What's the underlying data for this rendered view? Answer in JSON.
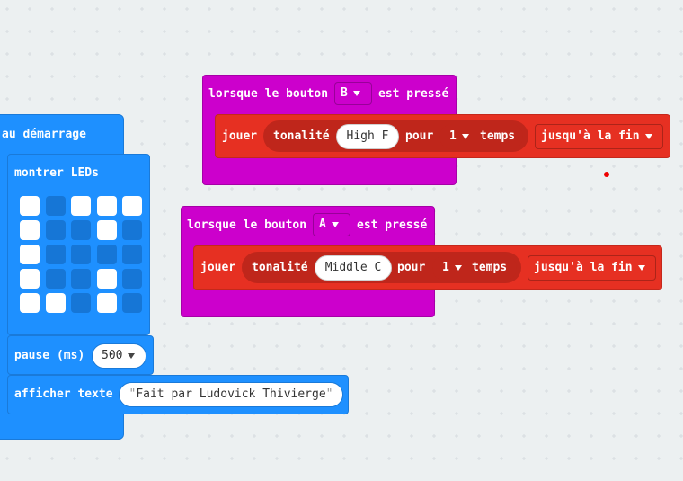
{
  "start_block": {
    "hat_label": "au démarrage",
    "show_leds_label": "montrer LEDs",
    "leds": [
      [
        true,
        false,
        true,
        true,
        true
      ],
      [
        true,
        false,
        false,
        true,
        false
      ],
      [
        true,
        false,
        false,
        false,
        false
      ],
      [
        true,
        false,
        false,
        true,
        false
      ],
      [
        true,
        true,
        false,
        true,
        false
      ]
    ],
    "pause_label": "pause (ms)",
    "pause_value": "500",
    "show_string_label": "afficher texte",
    "show_string_value": "Fait par Ludovick Thivierge",
    "quote_open": "\"",
    "quote_close": "\""
  },
  "button_b_block": {
    "prefix": "lorsque le bouton",
    "button": "B",
    "suffix": "est pressé",
    "play_label": "jouer",
    "tone_label": "tonalité",
    "tone_value": "High F",
    "for_label": "pour",
    "beats_value": "1",
    "beats_label": "temps",
    "mode": "jusqu'à la fin"
  },
  "button_a_block": {
    "prefix": "lorsque le bouton",
    "button": "A",
    "suffix": "est pressé",
    "play_label": "jouer",
    "tone_label": "tonalité",
    "tone_value": "Middle C",
    "for_label": "pour",
    "beats_value": "1",
    "beats_label": "temps",
    "mode": "jusqu'à la fin"
  },
  "colors": {
    "canvas": "#ecf0f1",
    "basic_blue": "#1e90ff",
    "input_magenta": "#cc00cc",
    "music_red": "#e63022"
  }
}
